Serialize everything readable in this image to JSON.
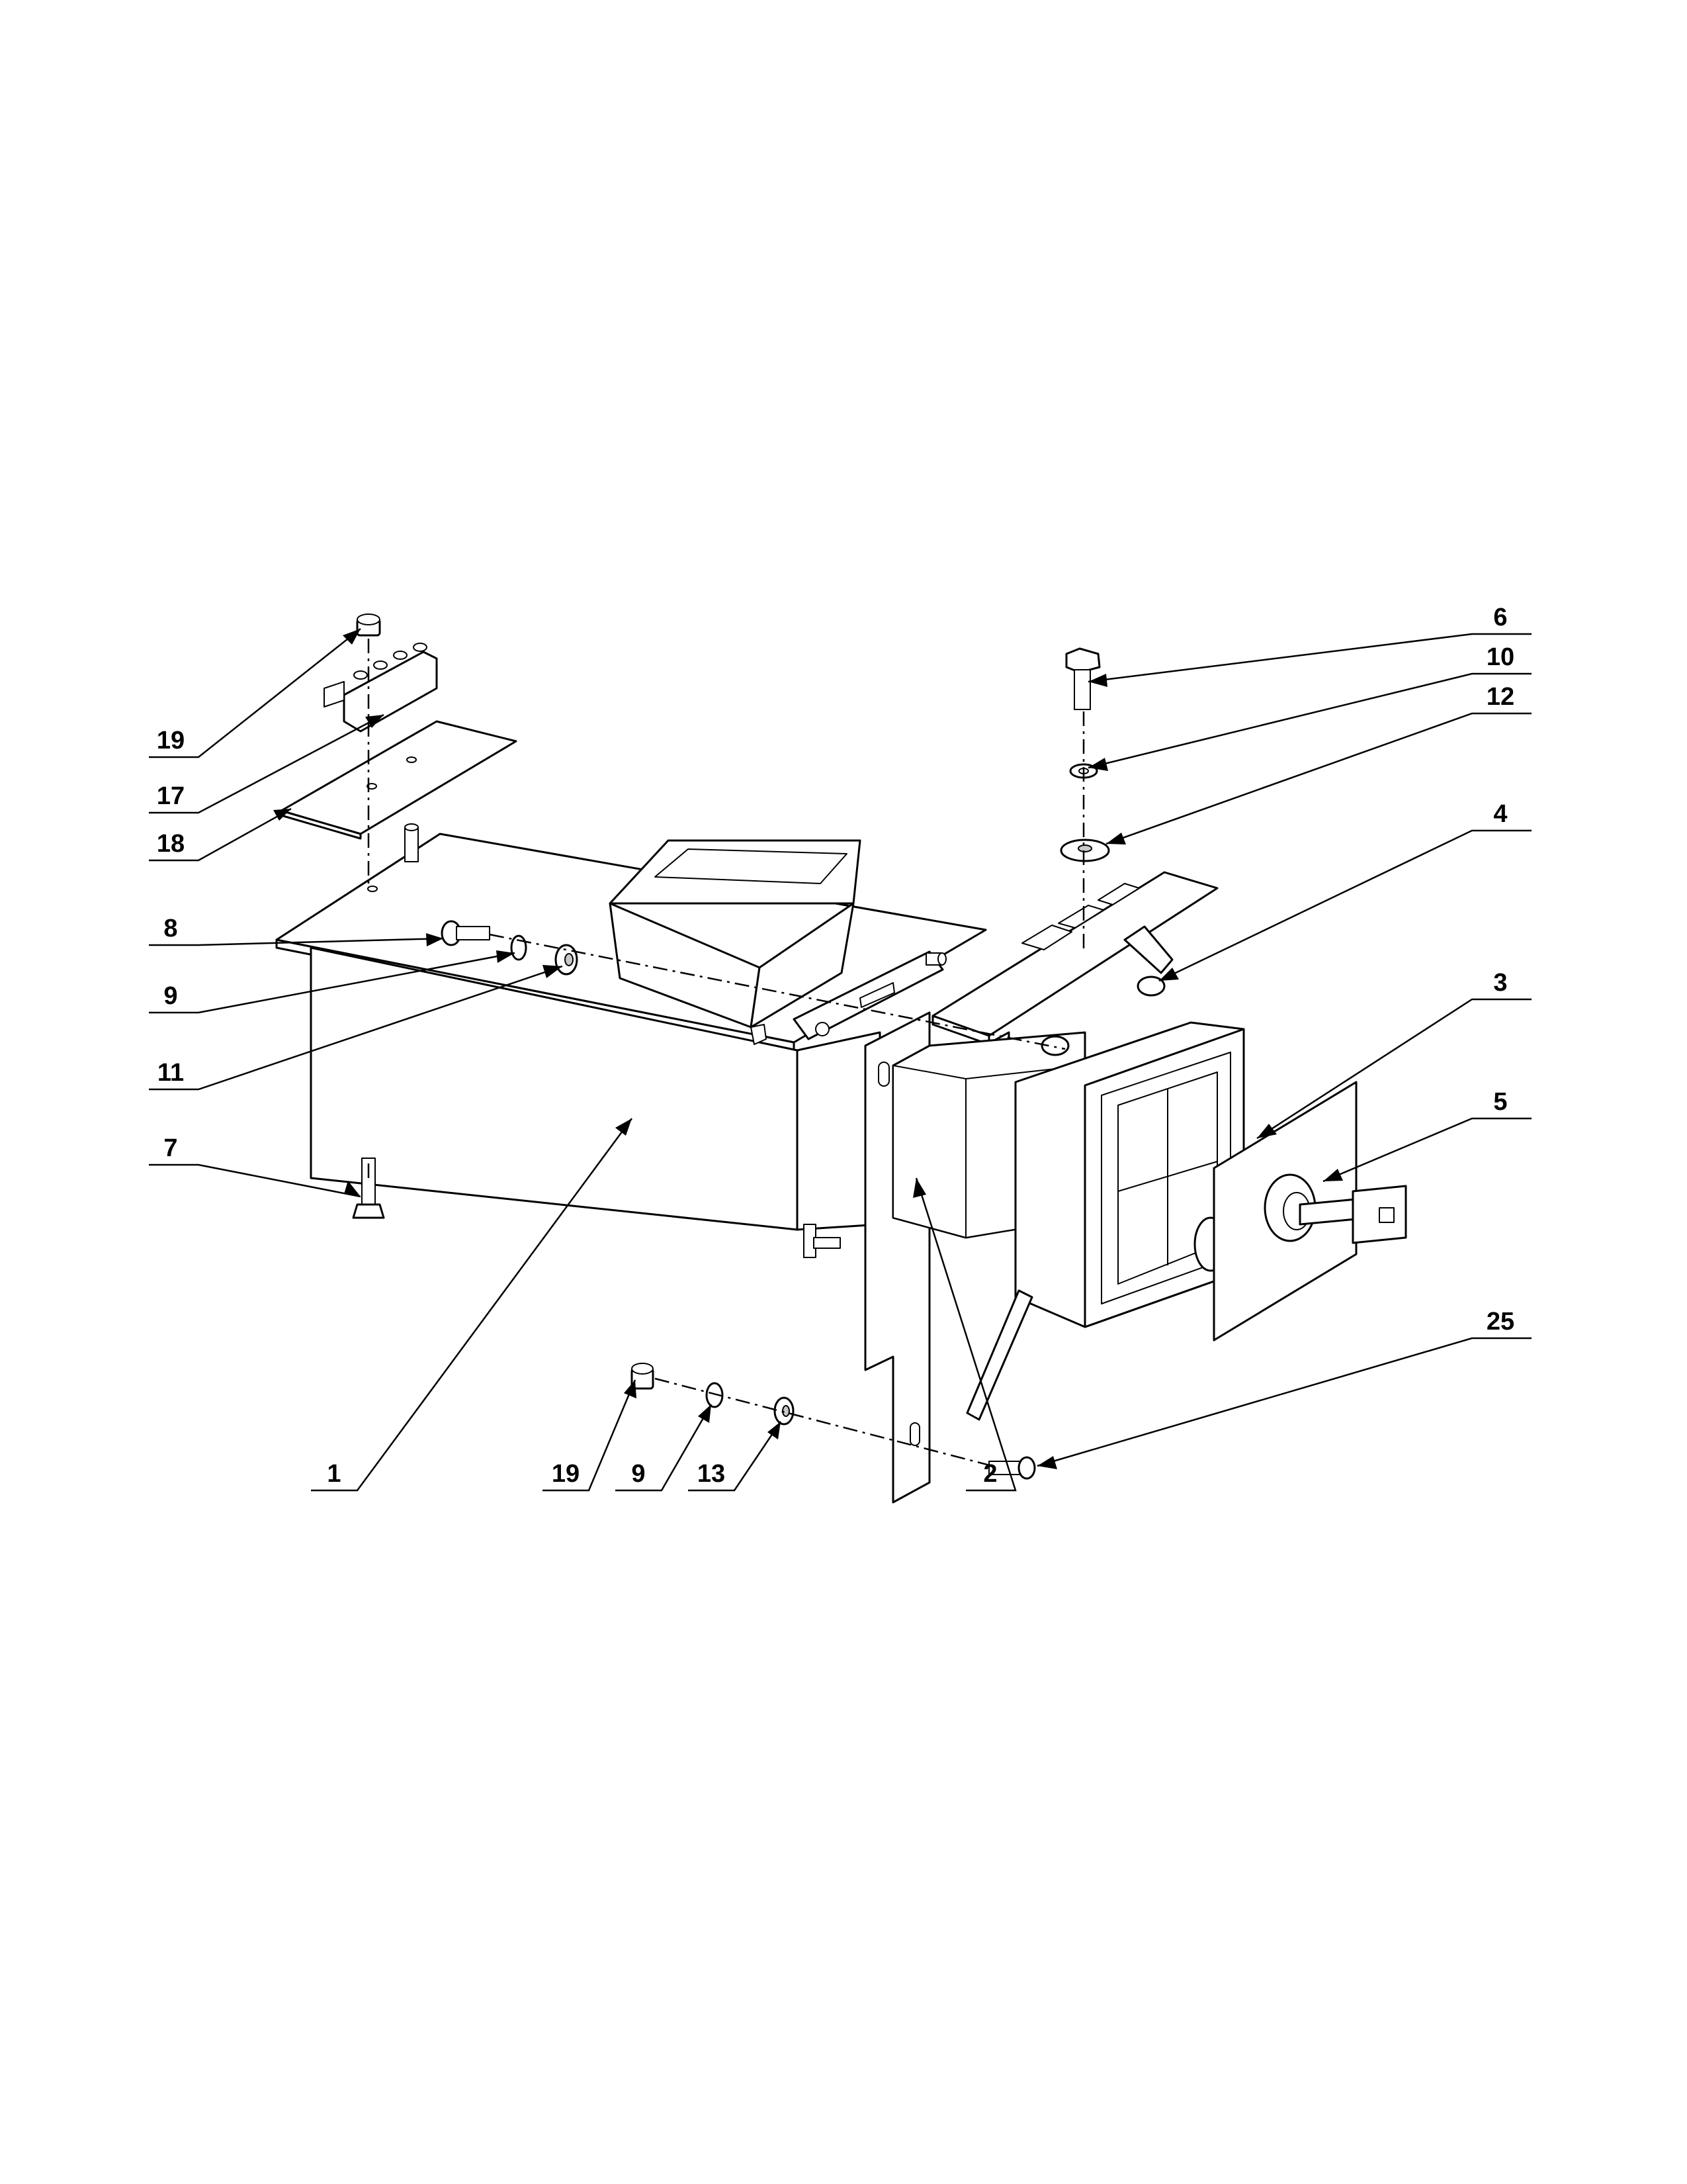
{
  "callouts": [
    {
      "id": "c-6",
      "label": "6"
    },
    {
      "id": "c-10",
      "label": "10"
    },
    {
      "id": "c-12",
      "label": "12"
    },
    {
      "id": "c-4",
      "label": "4"
    },
    {
      "id": "c-3",
      "label": "3"
    },
    {
      "id": "c-5",
      "label": "5"
    },
    {
      "id": "c-25",
      "label": "25"
    },
    {
      "id": "c-19a",
      "label": "19"
    },
    {
      "id": "c-17",
      "label": "17"
    },
    {
      "id": "c-18",
      "label": "18"
    },
    {
      "id": "c-8",
      "label": "8"
    },
    {
      "id": "c-9a",
      "label": "9"
    },
    {
      "id": "c-11",
      "label": "11"
    },
    {
      "id": "c-7",
      "label": "7"
    },
    {
      "id": "c-1",
      "label": "1"
    },
    {
      "id": "c-19b",
      "label": "19"
    },
    {
      "id": "c-9b",
      "label": "9"
    },
    {
      "id": "c-13",
      "label": "13"
    },
    {
      "id": "c-2",
      "label": "2"
    }
  ]
}
